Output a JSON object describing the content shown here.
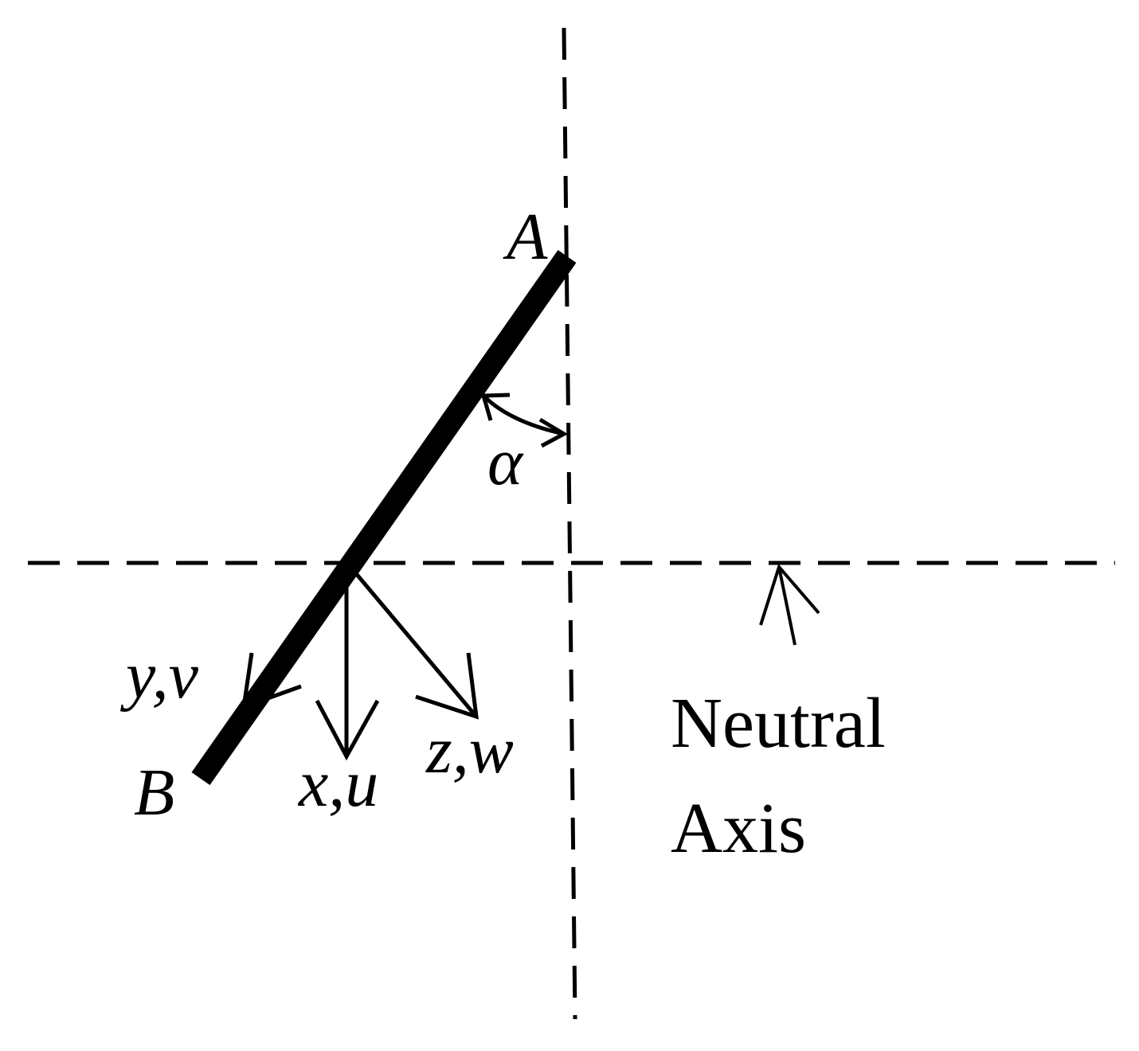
{
  "labels": {
    "point_a": "A",
    "point_b": "B",
    "angle": "α",
    "axis_y": "y,v",
    "axis_x": "x,u",
    "axis_z": "z,w",
    "neutral_line1": "Neutral",
    "neutral_line2": "Axis"
  },
  "colors": {
    "ink": "#000000",
    "background": "#ffffff"
  }
}
